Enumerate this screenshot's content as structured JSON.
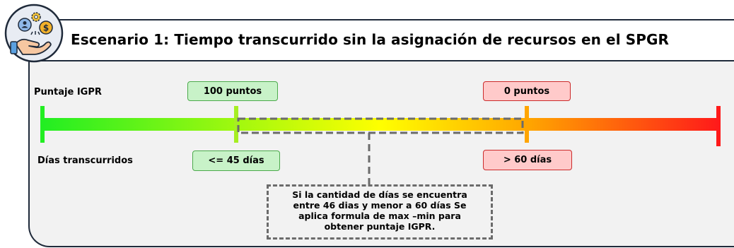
{
  "header": {
    "title": "Escenario 1: Tiempo transcurrido sin la asignación de recursos en el SPGR"
  },
  "scale": {
    "score_label": "Puntaje IGPR",
    "days_label": "Días transcurridos",
    "green_score": "100 puntos",
    "red_score": "0 puntos",
    "green_days": "<= 45 días",
    "red_days": "> 60 días",
    "gradient_colors": [
      "#22ee22",
      "#ffff00",
      "#ffa500",
      "#ff1a1a"
    ]
  },
  "note": {
    "lines": [
      "Si la cantidad de días se encuentra",
      "entre 46 dias y menor a 60 días Se",
      "aplica formula de max –min para",
      "obtener puntaje IGPR."
    ]
  },
  "icon": {
    "name": "hand-with-gears-money-icon"
  }
}
